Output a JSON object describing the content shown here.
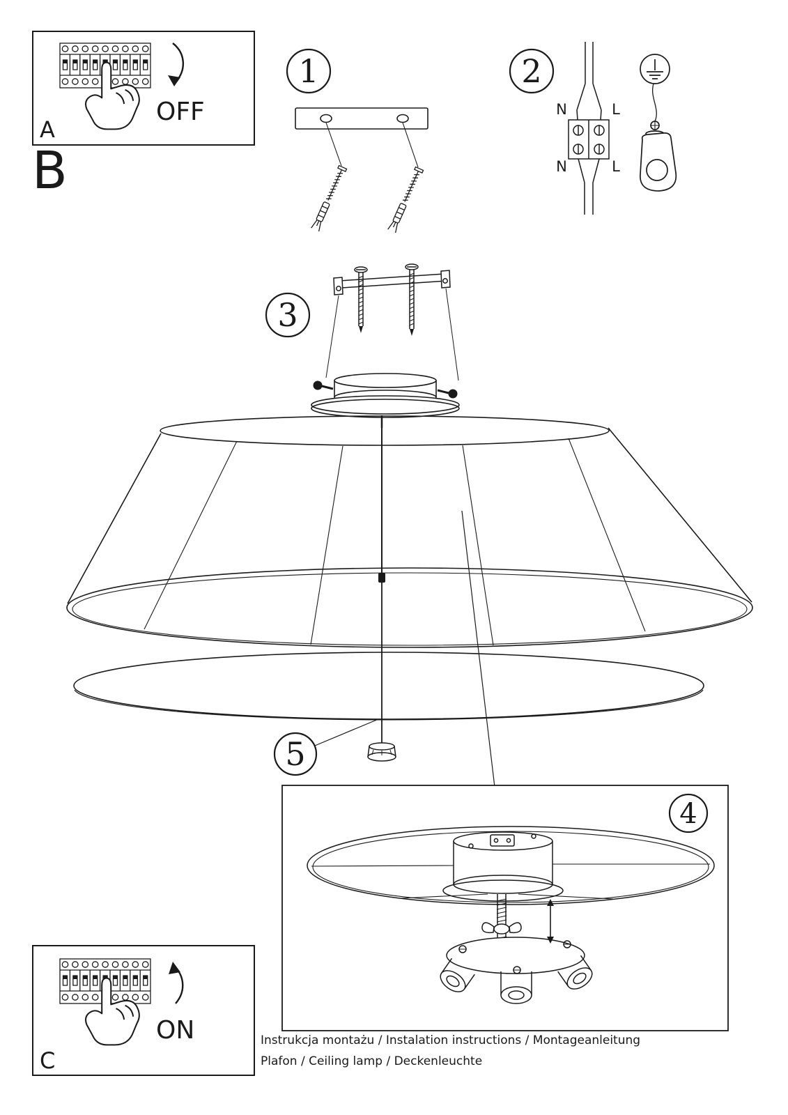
{
  "colors": {
    "ink": "#1a1a1a",
    "paper": "#ffffff"
  },
  "panel_a": {
    "letter": "A",
    "state": "OFF"
  },
  "section_b": {
    "letter": "B"
  },
  "panel_c": {
    "letter": "C",
    "state": "ON"
  },
  "steps": {
    "s1": "1",
    "s2": "2",
    "s3": "3",
    "s4": "4",
    "s5": "5"
  },
  "wiring": {
    "n_top": "N",
    "l_top": "L",
    "n_bottom": "N",
    "l_bottom": "L"
  },
  "captions": {
    "line1": "Instrukcja montażu / Instalation instructions / Montageanleitung",
    "line2": "Plafon / Ceiling lamp / Deckenleuchte"
  }
}
